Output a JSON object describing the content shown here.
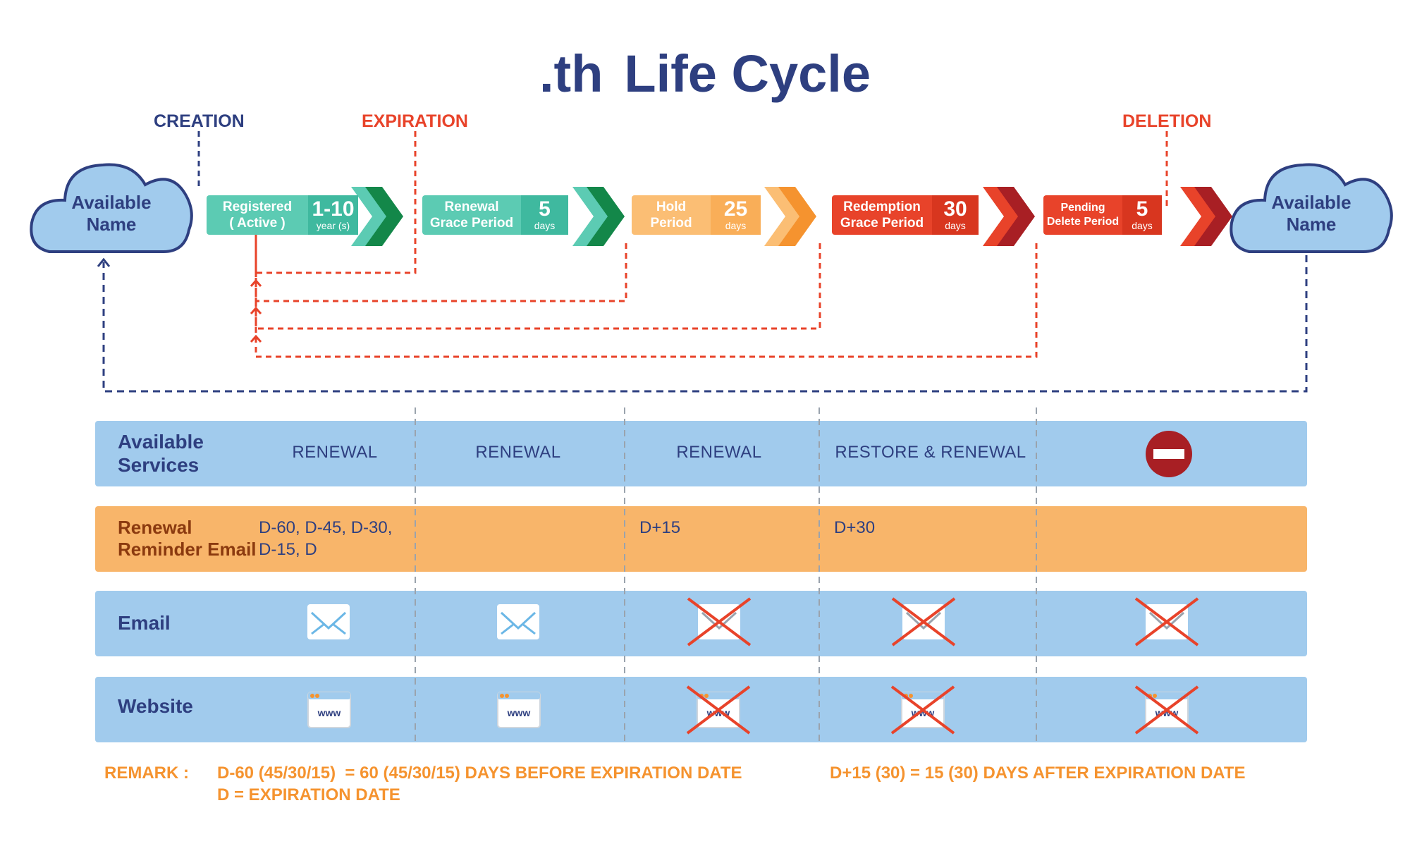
{
  "title": {
    "prefix": ".th",
    "main": "Life Cycle"
  },
  "milestones": {
    "creation": "CREATION",
    "expiration": "EXPIRATION",
    "deletion": "DELETION"
  },
  "clouds": {
    "left": {
      "line1": "Available",
      "line2": "Name"
    },
    "right": {
      "line1": "Available",
      "line2": "Name"
    }
  },
  "stages": [
    {
      "line1": "Registered",
      "line2": "( Active )",
      "number": "1-10",
      "unit": "year (s)"
    },
    {
      "line1": "Renewal",
      "line2": "Grace Period",
      "number": "5",
      "unit": "days"
    },
    {
      "line1": "Hold",
      "line2": "Period",
      "number": "25",
      "unit": "days"
    },
    {
      "line1": "Redemption",
      "line2": "Grace Period",
      "number": "30",
      "unit": "days"
    },
    {
      "line1": "Pending",
      "line2": "Delete Period",
      "number": "5",
      "unit": "days"
    }
  ],
  "rows": {
    "services": {
      "head_line1": "Available",
      "head_line2": "Services",
      "cells": [
        "RENEWAL",
        "RENEWAL",
        "RENEWAL",
        "RESTORE & RENEWAL"
      ],
      "last_icon": "no-entry-icon"
    },
    "reminder": {
      "head_line1": "Renewal",
      "head_line2": "Reminder Email",
      "cell1_line1": "D-60, D-45, D-30,",
      "cell1_line2": "D-15, D",
      "cell3": "D+15",
      "cell4": "D+30"
    },
    "email": {
      "head": "Email",
      "icons": [
        "envelope-icon",
        "envelope-icon",
        "envelope-crossed-icon",
        "envelope-crossed-icon",
        "envelope-crossed-icon"
      ]
    },
    "website": {
      "head": "Website",
      "www": "www",
      "icons": [
        "browser-icon",
        "browser-icon",
        "browser-crossed-icon",
        "browser-crossed-icon",
        "browser-crossed-icon"
      ]
    }
  },
  "remark": {
    "label": "REMARK :",
    "line1": "D-60 (45/30/15)  = 60 (45/30/15) DAYS BEFORE EXPIRATION DATE",
    "line2": "D = EXPIRATION DATE",
    "right": "D+15 (30) = 15 (30) DAYS AFTER EXPIRATION DATE"
  },
  "colors": {
    "navy": "#2e3f80",
    "red": "#e8432a",
    "orange": "#f5932f",
    "teal": "#5ccbb3",
    "dark_green": "#138749",
    "light_orange": "#fbbe74",
    "light_blue": "#a1cbed",
    "band_orange": "#f8b56a"
  }
}
